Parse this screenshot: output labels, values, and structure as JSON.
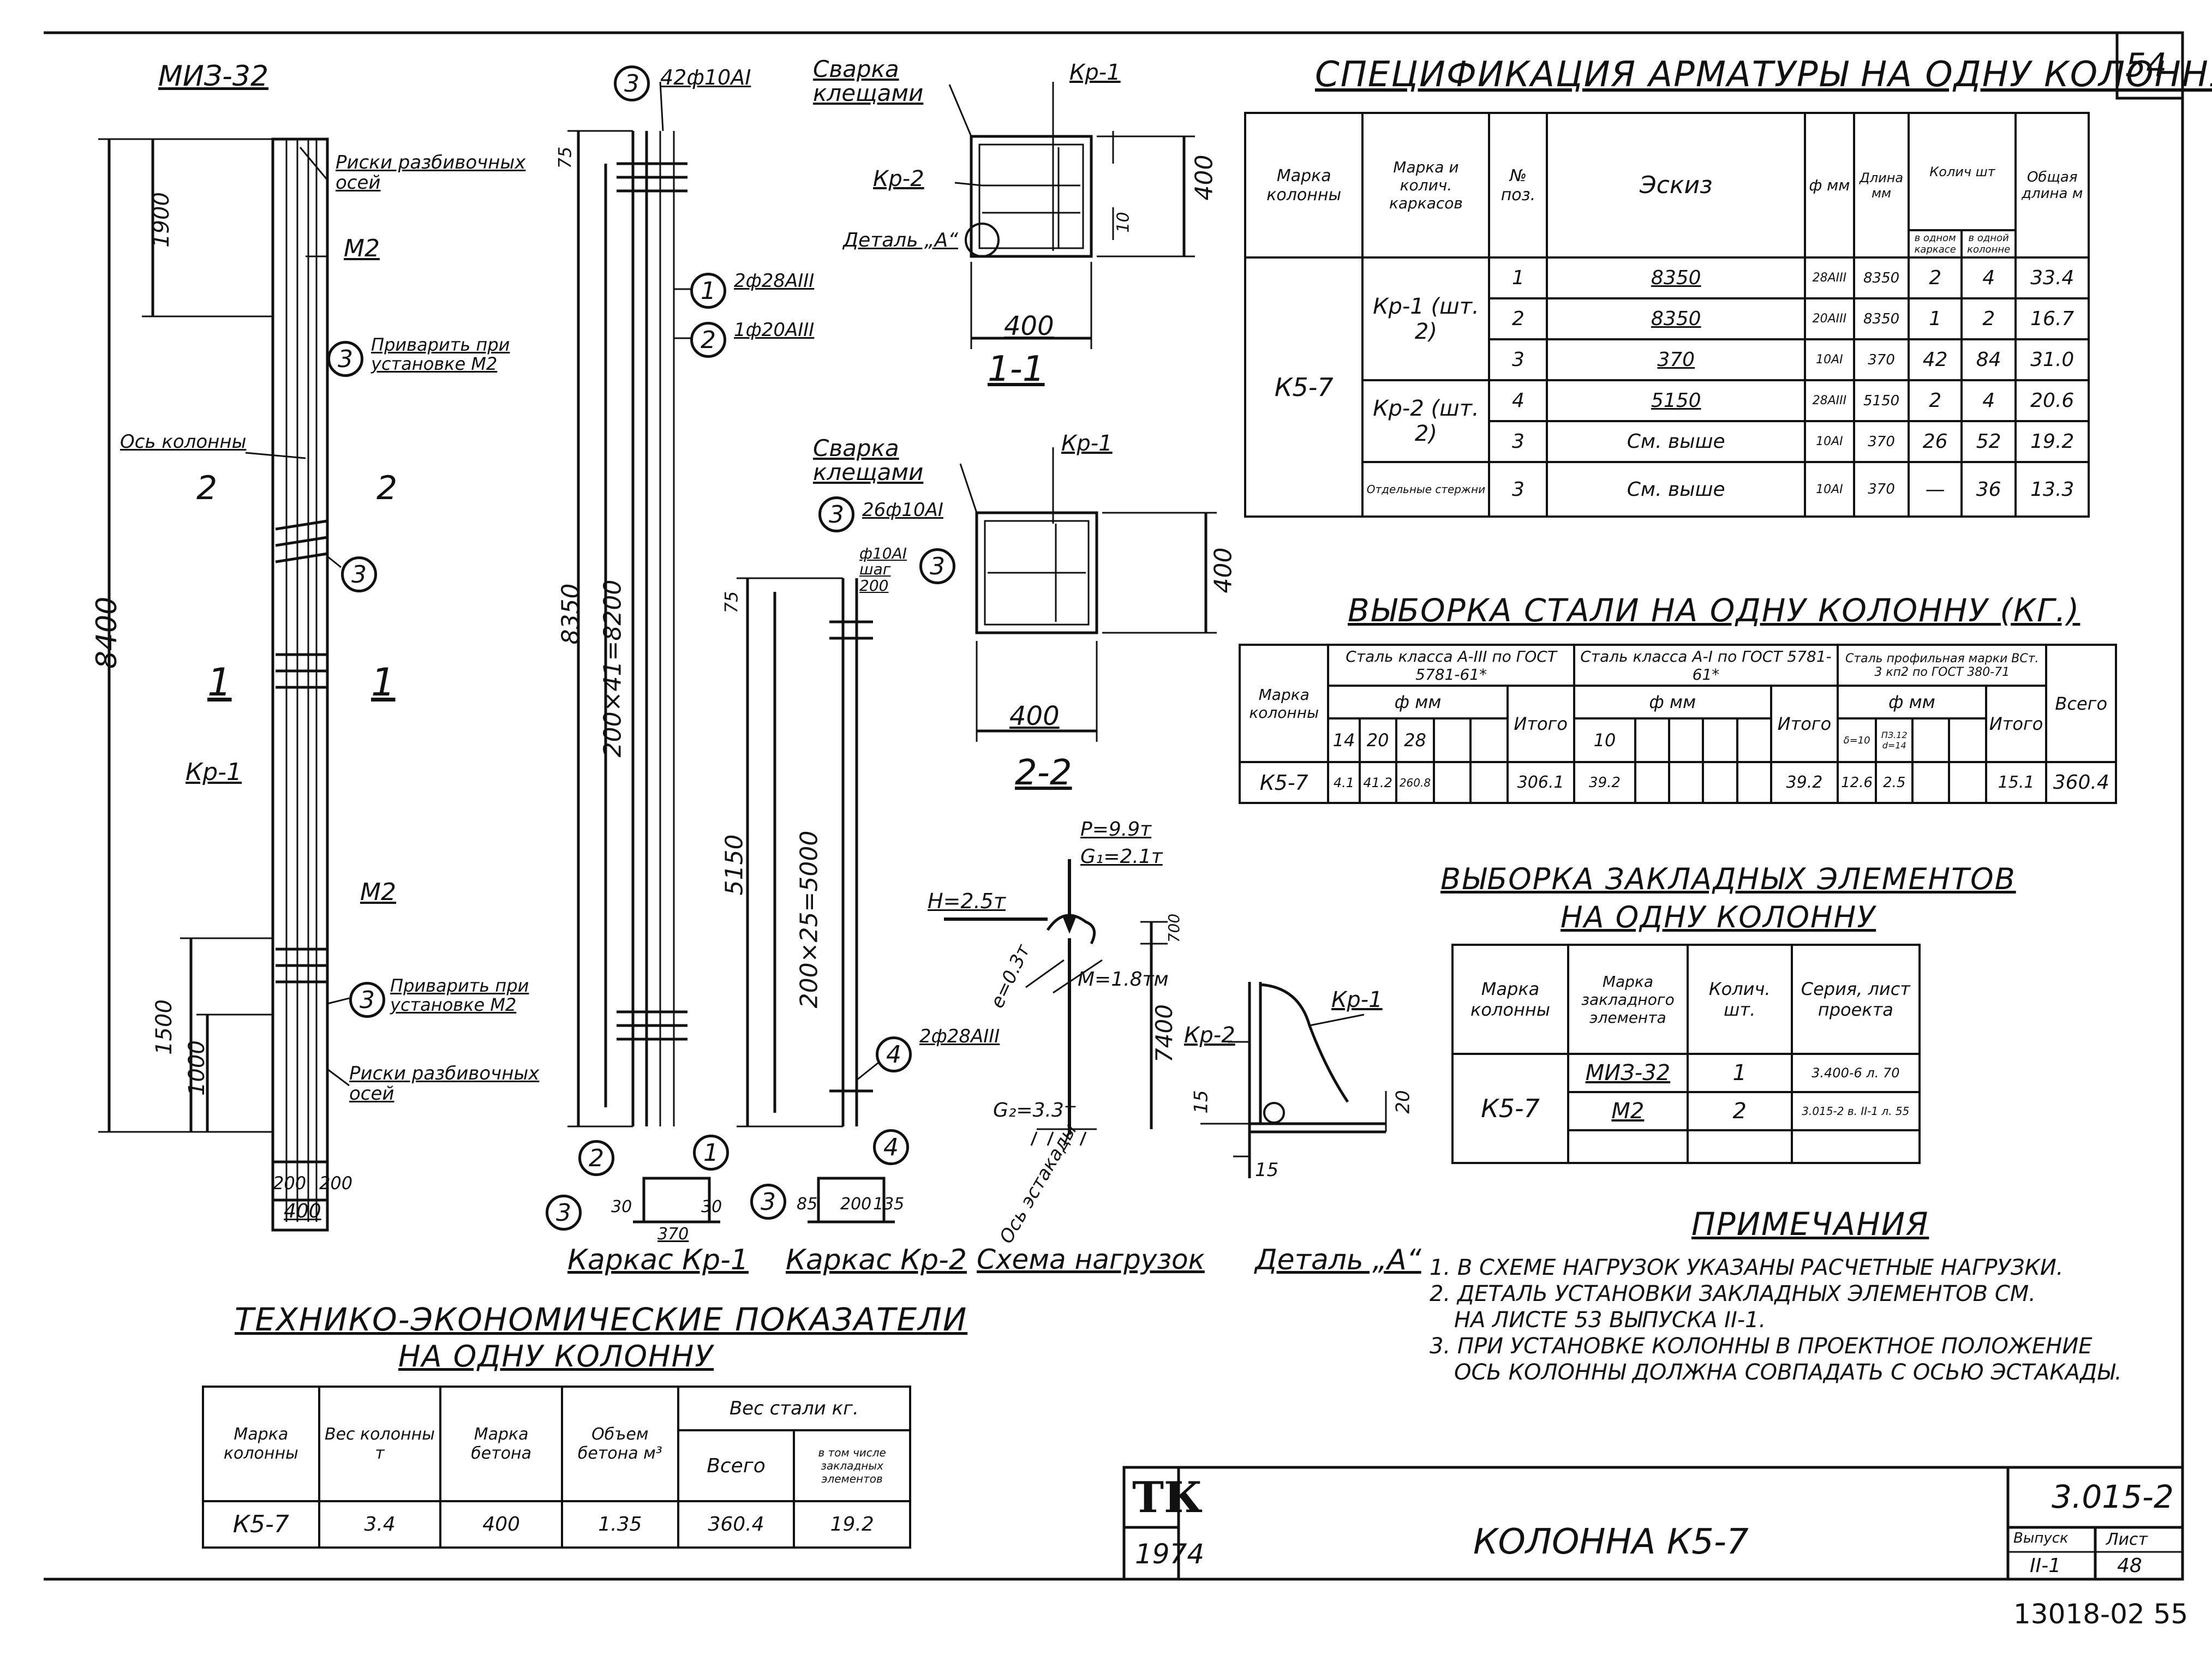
{
  "sheet_number_top": "54",
  "spec": {
    "title": "Спецификация арматуры на одну колонну",
    "headers": {
      "mark": "Марка колонны",
      "frames": "Марка и колич. каркасов",
      "pos": "№ поз.",
      "sketch": "Эскиз",
      "dia": "ф мм",
      "len": "Длина мм",
      "qty": "Колич шт",
      "qty_frame": "в одном каркасе",
      "qty_col": "в одной колонне",
      "total_len": "Общая длина м"
    },
    "column_mark": "К5-7",
    "frame1": "Кр-1 (шт. 2)",
    "frame2": "Кр-2 (шт. 2)",
    "frame3": "Отдельные стержни",
    "rows": [
      {
        "pos": "1",
        "sketch": "8350",
        "dia": "28AIII",
        "len": "8350",
        "q1": "2",
        "q2": "4",
        "total": "33.4"
      },
      {
        "pos": "2",
        "sketch": "8350",
        "dia": "20AIII",
        "len": "8350",
        "q1": "1",
        "q2": "2",
        "total": "16.7"
      },
      {
        "pos": "3",
        "sketch": "370",
        "dia": "10AI",
        "len": "370",
        "q1": "42",
        "q2": "84",
        "total": "31.0"
      },
      {
        "pos": "4",
        "sketch": "5150",
        "dia": "28AIII",
        "len": "5150",
        "q1": "2",
        "q2": "4",
        "total": "20.6"
      },
      {
        "pos": "3",
        "sketch": "См. выше",
        "dia": "10AI",
        "len": "370",
        "q1": "26",
        "q2": "52",
        "total": "19.2"
      },
      {
        "pos": "3",
        "sketch": "См. выше",
        "dia": "10AI",
        "len": "370",
        "q1": "—",
        "q2": "36",
        "total": "13.3"
      }
    ]
  },
  "steel": {
    "title": "Выборка стали на одну колонну (кг.)",
    "h_mark": "Марка колонны",
    "h_a3": "Сталь класса А-III по ГОСТ 5781-61*",
    "h_a1": "Сталь класса А-I по ГОСТ 5781-61*",
    "h_prof": "Сталь профильная марки ВСт. 3 кп2 по ГОСТ 380-71",
    "h_dia": "ф мм",
    "h_total": "Итого",
    "h_grand": "Всего",
    "d_a3": [
      "14",
      "20",
      "28"
    ],
    "d_a1": [
      "10"
    ],
    "d_prof": [
      "δ=10",
      "ПЗ.12 d=14"
    ],
    "row": {
      "mark": "К5-7",
      "a3": [
        "4.1",
        "41.2",
        "260.8"
      ],
      "a3_total": "306.1",
      "a1": [
        "39.2"
      ],
      "a1_total": "39.2",
      "prof": [
        "12.6",
        "2.5"
      ],
      "prof_total": "15.1",
      "grand": "360.4"
    }
  },
  "embedded": {
    "title1": "Выборка закладных элементов",
    "title2": "на одну колонну",
    "h_mark": "Марка колонны",
    "h_elem": "Марка закладного элемента",
    "h_qty": "Колич. шт.",
    "h_series": "Серия, лист проекта",
    "mark": "К5-7",
    "rows": [
      {
        "elem": "МИЗ-32",
        "qty": "1",
        "series": "3.400-6 л. 70"
      },
      {
        "elem": "М2",
        "qty": "2",
        "series": "3.015-2 в. II-1 л. 55"
      }
    ]
  },
  "notes": {
    "title": "Примечания",
    "items": [
      "1. В схеме нагрузок указаны расчетные нагрузки.",
      "2. Деталь установки закладных элементов см.",
      "на листе 53 выпуска II-1.",
      "3. При установке колонны в проектное положение",
      "ось колонны должна совпадать с осью эстакады."
    ]
  },
  "tep": {
    "title1": "Технико-экономические показатели",
    "title2": "на одну колонну",
    "h_mark": "Марка колонны",
    "h_weight": "Вес колонны т",
    "h_concrete": "Марка бетона",
    "h_volume": "Объем бетона м³",
    "h_steel": "Вес стали кг.",
    "h_all": "Всего",
    "h_incl": "в том числе закладных элементов",
    "row": {
      "mark": "К5-7",
      "weight": "3.4",
      "concrete": "400",
      "volume": "1.35",
      "all": "360.4",
      "incl": "19.2"
    }
  },
  "stamp": {
    "logo": "ТК",
    "year": "1974",
    "title": "Колонна К5-7",
    "series": "3.015-2",
    "issue_label": "Выпуск",
    "issue": "II-1",
    "sheet_label": "Лист",
    "sheet": "48"
  },
  "archive_number": "13018-02 55",
  "labels": {
    "miz": "МИЗ-32",
    "marks_axes": "Риски разбивочных осей",
    "m2": "М2",
    "weld_m2": "Приварить при установке М2",
    "axis_col": "Ось колонны",
    "kr1": "Кр-1",
    "kr2": "Кр-2",
    "sec1": "1",
    "sec2": "2",
    "d8400": "8400",
    "d1900": "1900",
    "d1500": "1500",
    "d1000": "1000",
    "d400": "400",
    "d8350": "8350",
    "d5150": "5150",
    "spacing1": "200×41=8200",
    "spacing2": "200×25=5000",
    "d75": "75",
    "d200": "200",
    "bars42": "42ф10АI",
    "bars26": "26ф10АI",
    "bars2x28": "2ф28АIII",
    "bars1x20": "1ф20АIII",
    "bars_l": "ф10АI шаг 200",
    "weld_tongs": "Сварка клещами",
    "detail_a": "Деталь „А“",
    "section11": "1-1",
    "section22": "2-2",
    "frame_kr1": "Каркас Кр-1",
    "frame_kr2": "Каркас Кр-2",
    "load_scheme": "Схема нагрузок",
    "detail_title": "Деталь „А“",
    "P": "P=9.9т",
    "G1": "G₁=2.1т",
    "H": "H=2.5т",
    "e": "e=0.3т",
    "M": "M=1.8тм",
    "G2": "G₂=3.3т",
    "h7400": "7400",
    "d700": "700",
    "axis_est": "Ось эстакады",
    "d15": "15",
    "d20": "20",
    "d30": "30",
    "d370": "370",
    "d85": "85",
    "d135": "135",
    "d10": "10"
  }
}
